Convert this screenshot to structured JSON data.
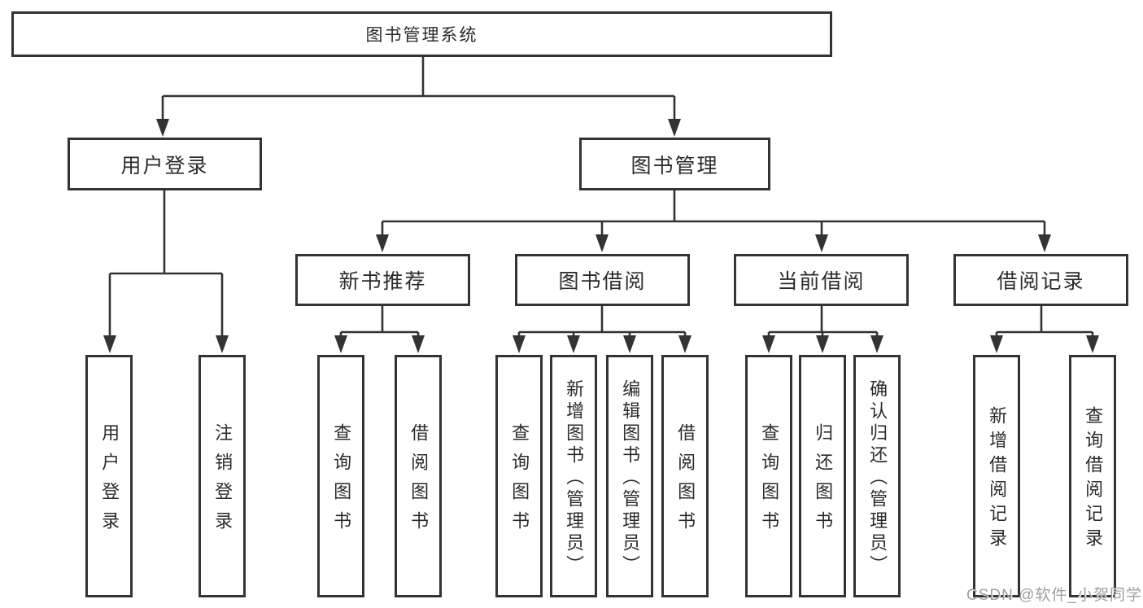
{
  "diagram": {
    "root": {
      "label": "图书管理系统"
    },
    "level1": [
      {
        "label": "用户登录"
      },
      {
        "label": "图书管理"
      }
    ],
    "level2": [
      {
        "label": "新书推荐"
      },
      {
        "label": "图书借阅"
      },
      {
        "label": "当前借阅"
      },
      {
        "label": "借阅记录"
      }
    ],
    "leaves": {
      "user_login_children": [
        "用户登录",
        "注销登录"
      ],
      "new_book_children": [
        "查询图书",
        "借阅图书"
      ],
      "book_borrow_children": [
        "查询图书",
        "新增图书（管理员）",
        "编辑图书（管理员）",
        "借阅图书"
      ],
      "current_borrow_children": [
        "查询图书",
        "归还图书",
        "确认归还（管理员）"
      ],
      "borrow_record_children": [
        "新增借阅记录",
        "查询借阅记录"
      ]
    }
  },
  "watermark": "CSDN @软件_小贺同学",
  "colors": {
    "line": "#333333",
    "box_border": "#333333",
    "text": "#2b2b2b",
    "watermark": "#9f9f9f",
    "background": "#ffffff"
  }
}
